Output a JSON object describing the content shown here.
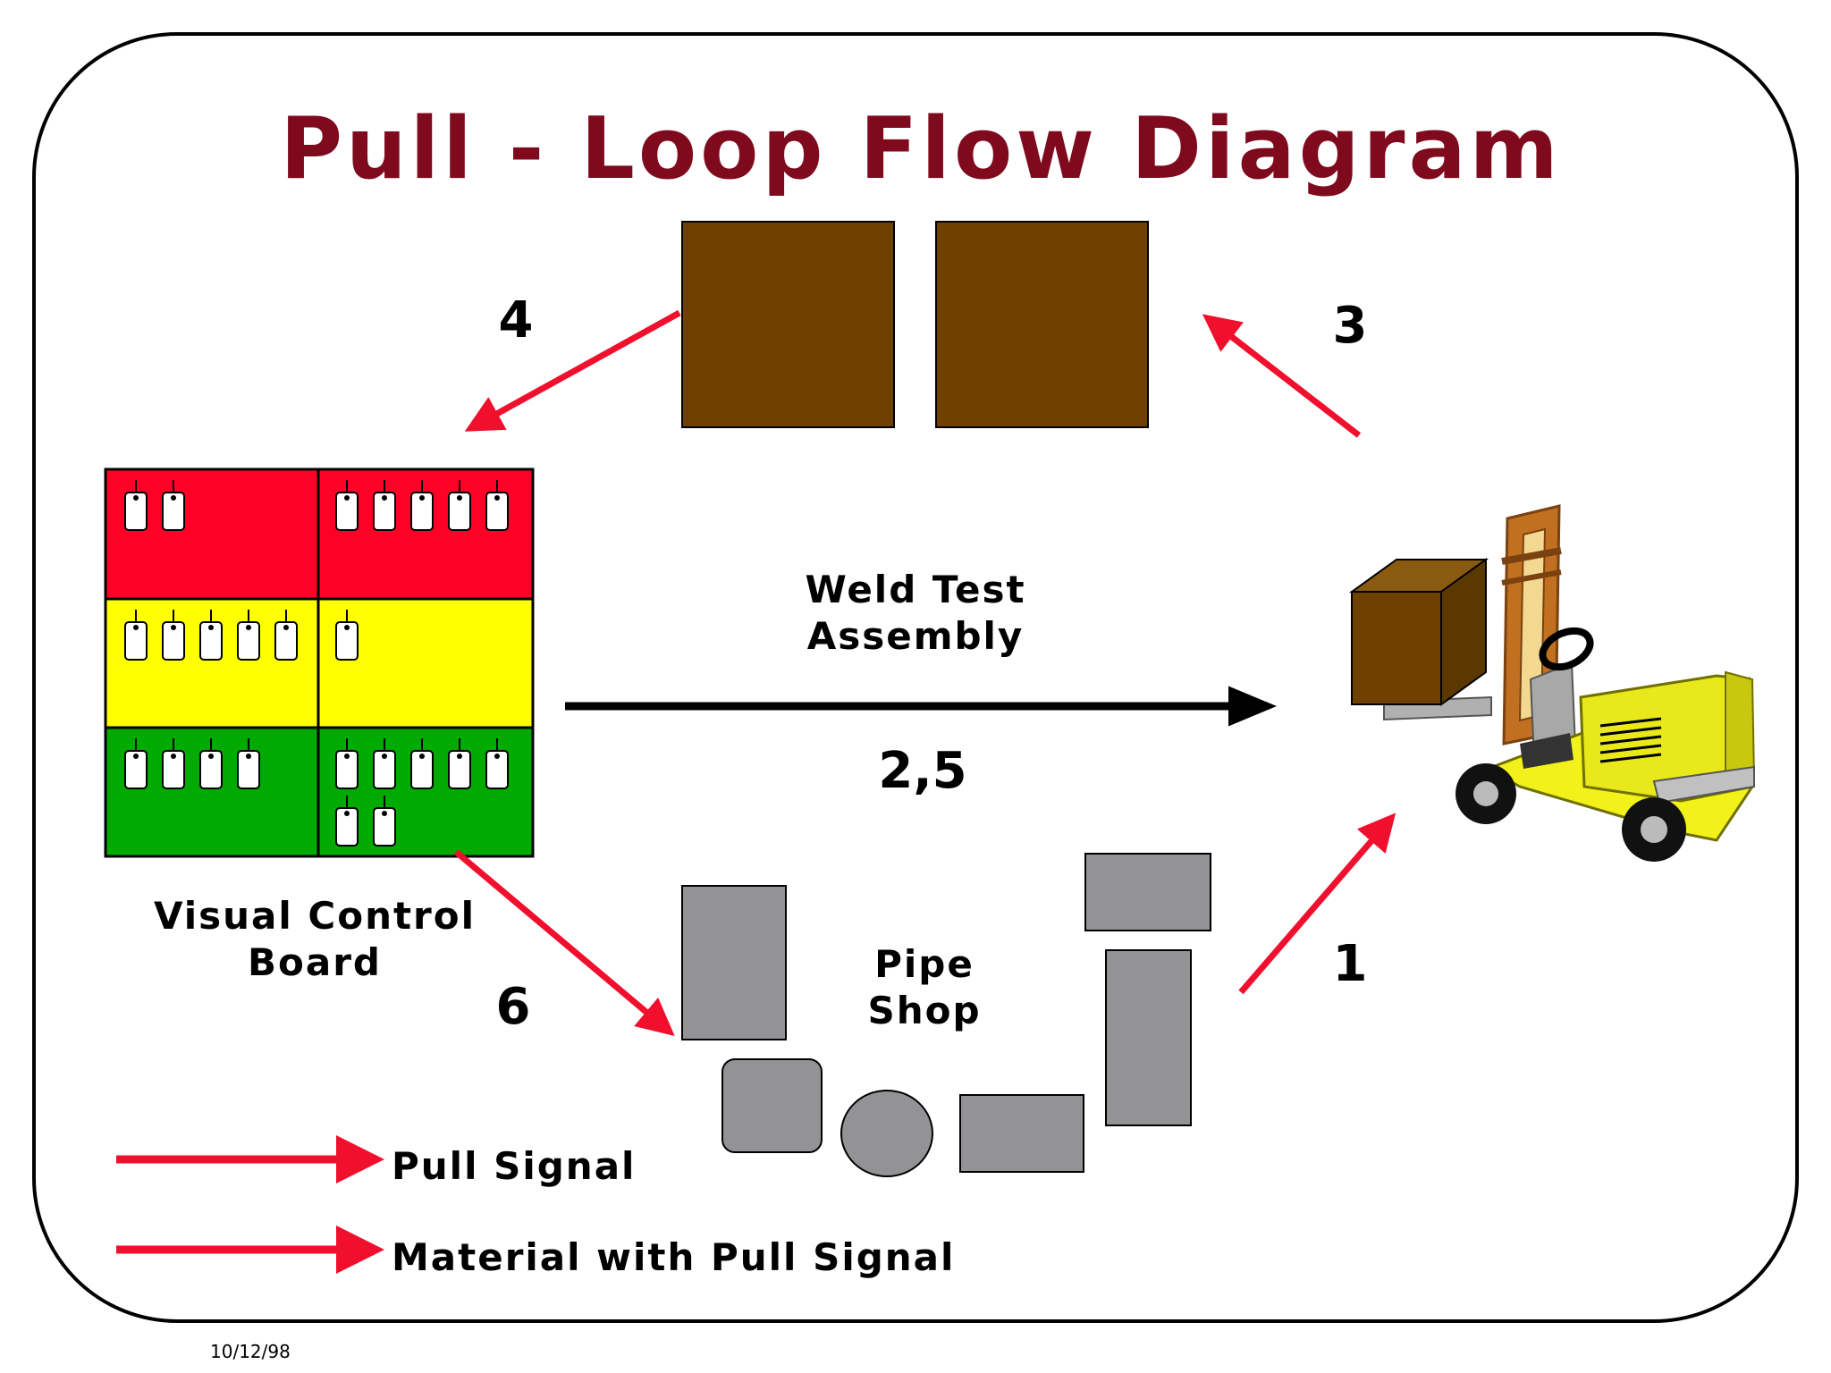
{
  "title": "Pull - Loop Flow Diagram",
  "steps": {
    "step_4": "4",
    "step_3": "3",
    "step_2_5": "2,5",
    "step_6": "6",
    "step_1": "1"
  },
  "labels": {
    "weld_test_line1": "Weld Test",
    "weld_test_line2": "Assembly",
    "visual_board_line1": "Visual Control",
    "visual_board_line2": "Board",
    "pipe_shop_line1": "Pipe",
    "pipe_shop_line2": "Shop"
  },
  "legend": {
    "pull_signal": "Pull Signal",
    "material_with_pull_signal": "Material with Pull Signal"
  },
  "footer": {
    "date": "10/12/98"
  },
  "board": {
    "rows": [
      {
        "color": "red",
        "left_tags": 2,
        "right_tags": 5
      },
      {
        "color": "yellow",
        "left_tags": 5,
        "right_tags": 1
      },
      {
        "color": "green",
        "left_tags": 4,
        "right_tags": 7
      }
    ]
  },
  "colors": {
    "title": "#7f0a1e",
    "pull_arrow": "#f0102e",
    "crate": "#704000",
    "machine": "#939295",
    "board_red": "#ff0026",
    "board_yellow": "#ffff00",
    "board_green": "#00aa00",
    "forklift_body": "#f2f21a"
  }
}
